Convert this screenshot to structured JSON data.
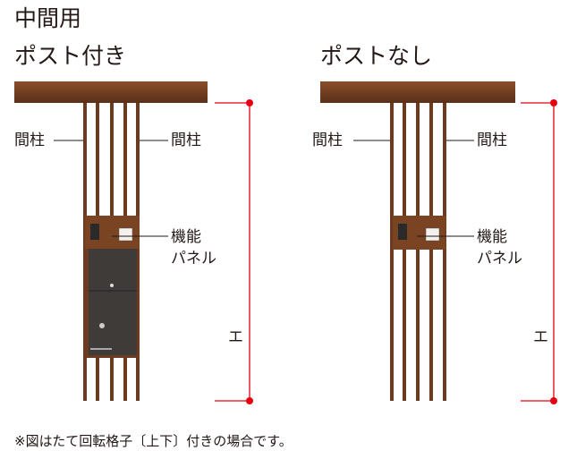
{
  "left": {
    "title_line1": "中間用",
    "title_line2": "ポスト付き",
    "label_post_left": "間柱",
    "label_post_right": "間柱",
    "label_panel_line1": "機能",
    "label_panel_line2": "パネル",
    "dimension_label": "エ"
  },
  "right": {
    "title": "ポストなし",
    "label_post_left": "間柱",
    "label_post_right": "間柱",
    "label_panel_line1": "機能",
    "label_panel_line2": "パネル",
    "dimension_label": "エ"
  },
  "footnote": "※図はたて回転格子〔上下〕付きの場合です。",
  "colors": {
    "wood": "#6b3a1f",
    "beam": "#7a4322",
    "post_box": "#3d3a38",
    "dimension": "#e60012"
  }
}
